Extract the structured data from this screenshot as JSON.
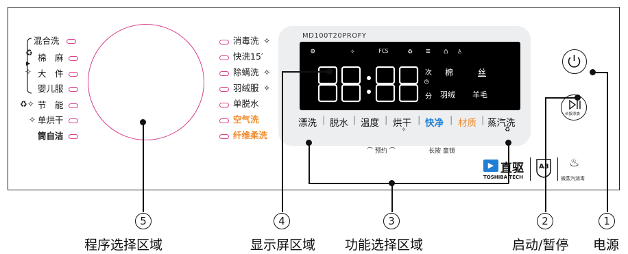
{
  "programs_left": [
    {
      "label": "混合洗",
      "icon": "",
      "bracket": "top"
    },
    {
      "label": "棉　麻",
      "icon": "circulation-icon"
    },
    {
      "label": "大　件",
      "icon": "sparkle-icon"
    },
    {
      "label": "婴儿服",
      "icon": "",
      "bracket": "bottom"
    },
    {
      "label": "节　能",
      "icon": "steam-sparkle-icon"
    },
    {
      "label": "单烘干",
      "icon": "sparkle-icon"
    },
    {
      "label": "筒自洁",
      "icon": ""
    }
  ],
  "programs_right": [
    {
      "label": "消毒洗",
      "suffix": "✧"
    },
    {
      "label": "快洗15′",
      "suffix": ""
    },
    {
      "label": "除螨洗",
      "suffix": "✧"
    },
    {
      "label": "羽绒服",
      "suffix": "✧"
    },
    {
      "label": "单脱水",
      "suffix": ""
    },
    {
      "label": "空气洗",
      "suffix": ""
    },
    {
      "label": "纤维柔洗",
      "suffix": ""
    }
  ],
  "model": "MD100T20PROFY",
  "display": {
    "digits": "88:88",
    "top_icons": [
      "tub-icon",
      "sun-icon",
      "FCS",
      "steam-icon",
      "wifi-icon",
      "lock-icon",
      "child-lock-icon"
    ],
    "unit_times": "次",
    "unit_minutes": "分",
    "text_cotton": "棉",
    "text_silk": "丝",
    "text_down": "羽绒",
    "text_wool": "羊毛"
  },
  "functions": [
    "漂洗",
    "脱水",
    "温度",
    "烘干",
    "快净",
    "材质",
    "蒸汽洗"
  ],
  "function_hints": {
    "reserve": "⌒ 预约 ⌒",
    "long_press": "长按 童锁"
  },
  "brand": {
    "name": "直驱",
    "sub": "TOSHIBA TECH",
    "a3": "A3",
    "micro_steam": "微蒸汽消毒"
  },
  "start_button_caption": "长按添衣",
  "callouts": [
    {
      "num": "5",
      "label": "程序选择区域"
    },
    {
      "num": "4",
      "label": "显示屏区域"
    },
    {
      "num": "3",
      "label": "功能选择区域"
    },
    {
      "num": "2",
      "label": "启动/暂停"
    },
    {
      "num": "1",
      "label": "电源"
    }
  ],
  "colors": {
    "pink": "#d8428e",
    "orange": "#f08a2a",
    "blue": "#1f7fd6"
  }
}
